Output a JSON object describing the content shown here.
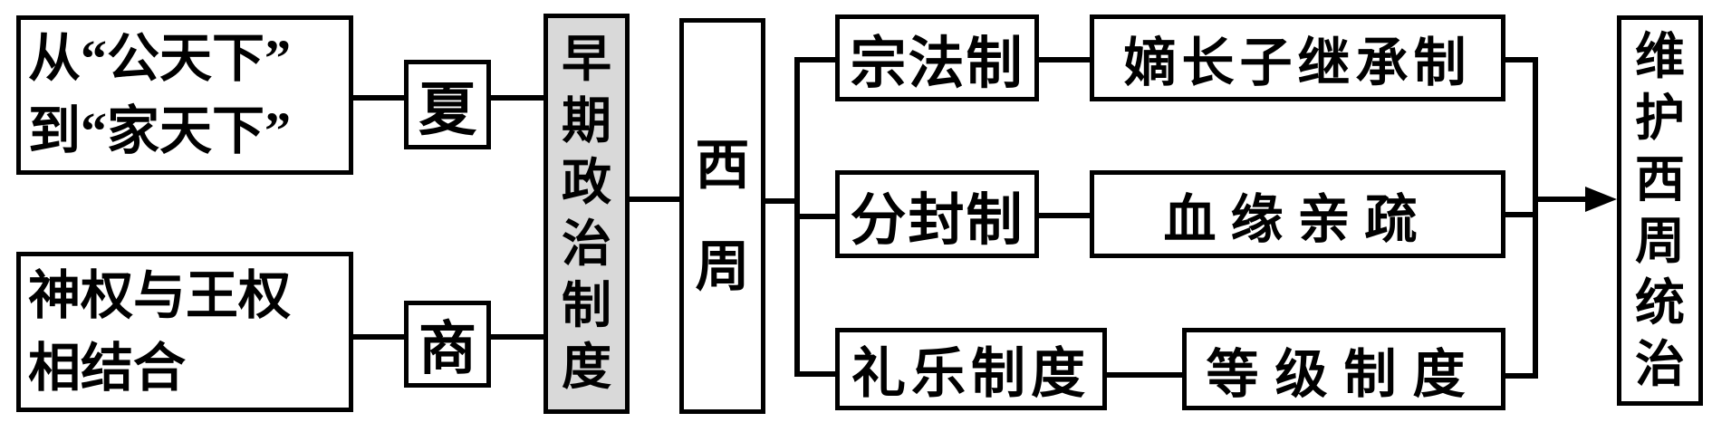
{
  "colors": {
    "background": "#ffffff",
    "line": "#000000",
    "emphasis_box_fill": "#d9d9d9"
  },
  "nodes": {
    "gong_to_jia": {
      "line1": "从“公天下”",
      "line2": "到“家天下”"
    },
    "shenquan_wangquan": {
      "line1": "神权与王权",
      "line2": "相结合"
    },
    "xia": {
      "label": "夏"
    },
    "shang": {
      "label": "商"
    },
    "early_politics": {
      "label": "早期政治制度"
    },
    "xizhou": {
      "label": "西周"
    },
    "zongfazhi": {
      "label": "宗法制"
    },
    "dizhangzi": {
      "label": "嫡长子继承制"
    },
    "fenfengzhi": {
      "label": "分封制"
    },
    "xueyuan_qinshu": {
      "label": "血缘亲疏"
    },
    "liyue_zhidu": {
      "label": "礼乐制度"
    },
    "dengji_zhidu": {
      "label": "等级制度"
    },
    "weihu_tongzhi": {
      "label": "维护西周统治"
    }
  }
}
